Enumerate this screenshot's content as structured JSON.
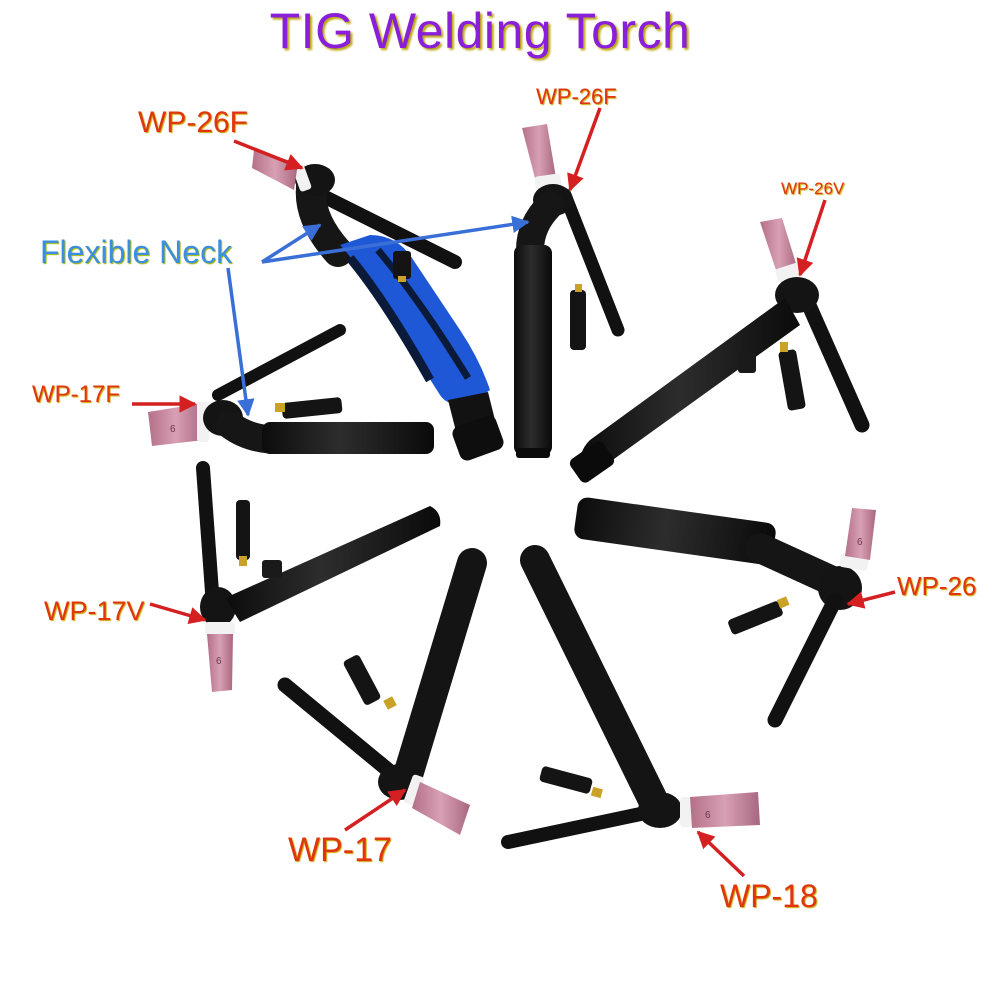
{
  "title": "TIG Welding Torch",
  "labels": {
    "wp26f_left": "WP-26F",
    "wp26f_top": "WP-26F",
    "wp26v": "WP-26V",
    "flexible_neck": "Flexible Neck",
    "wp17f": "WP-17F",
    "wp17v": "WP-17V",
    "wp26": "WP-26",
    "wp17": "WP-17",
    "wp18": "WP-18"
  },
  "nozzle_marking": "6",
  "colors": {
    "title": "#8a1fd9",
    "label": "#e0360f",
    "neck_label": "#3e8ee0",
    "arrow_red": "#d42020",
    "arrow_blue": "#3a6fd8",
    "torch_black": "#161616",
    "nozzle_pink": "#c98aa0",
    "handle_blue": "#1f58d6"
  }
}
